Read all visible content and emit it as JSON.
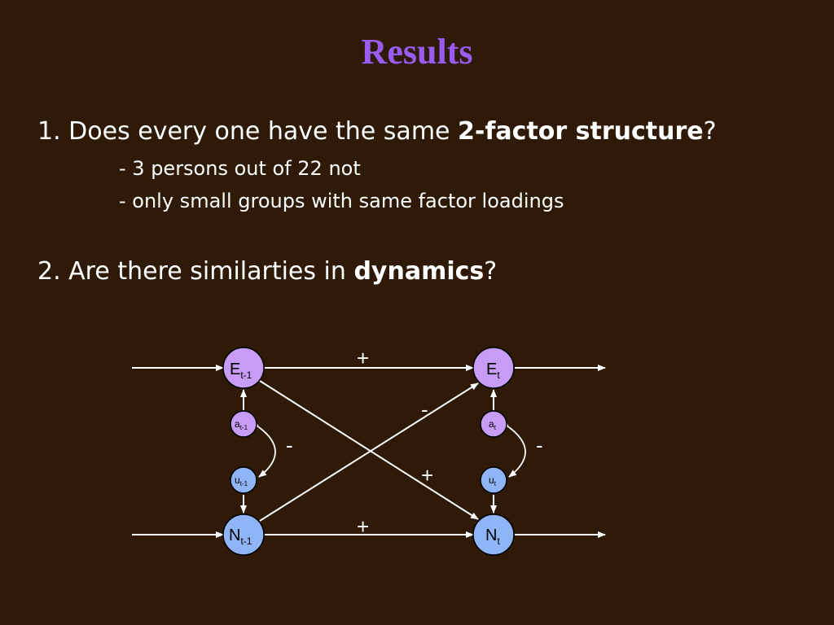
{
  "slide": {
    "title": "Results",
    "question1": {
      "prefix": "1. Does every one have the same ",
      "bold": "2-factor structure",
      "suffix": "?"
    },
    "bullets": [
      "- 3 persons out of 22 not",
      "- only small groups with same factor loadings"
    ],
    "question2": {
      "prefix": "2. Are there similarties in ",
      "bold": "dynamics",
      "suffix": "?"
    }
  },
  "diagram": {
    "colors": {
      "E_node": "#c69cf5",
      "N_node": "#8fb5f7",
      "a_node": "#c69cf5",
      "u_node": "#8fb5f7",
      "arrows": "#ffffff"
    },
    "nodes": {
      "E_prev": {
        "main": "E",
        "sub": "t-1"
      },
      "E_curr": {
        "main": "E",
        "sub": "t"
      },
      "N_prev": {
        "main": "N",
        "sub": "t-1"
      },
      "N_curr": {
        "main": "N",
        "sub": "t"
      },
      "a_prev": {
        "main": "a",
        "sub": "t-1"
      },
      "a_curr": {
        "main": "a",
        "sub": "t"
      },
      "u_prev": {
        "main": "u",
        "sub": "t-1"
      },
      "u_curr": {
        "main": "u",
        "sub": "t"
      }
    },
    "signs": {
      "E_to_E": "+",
      "N_to_E": "-",
      "E_to_N": "+",
      "N_to_N": "+",
      "a_u_prev": "-",
      "a_u_curr": "-"
    }
  }
}
